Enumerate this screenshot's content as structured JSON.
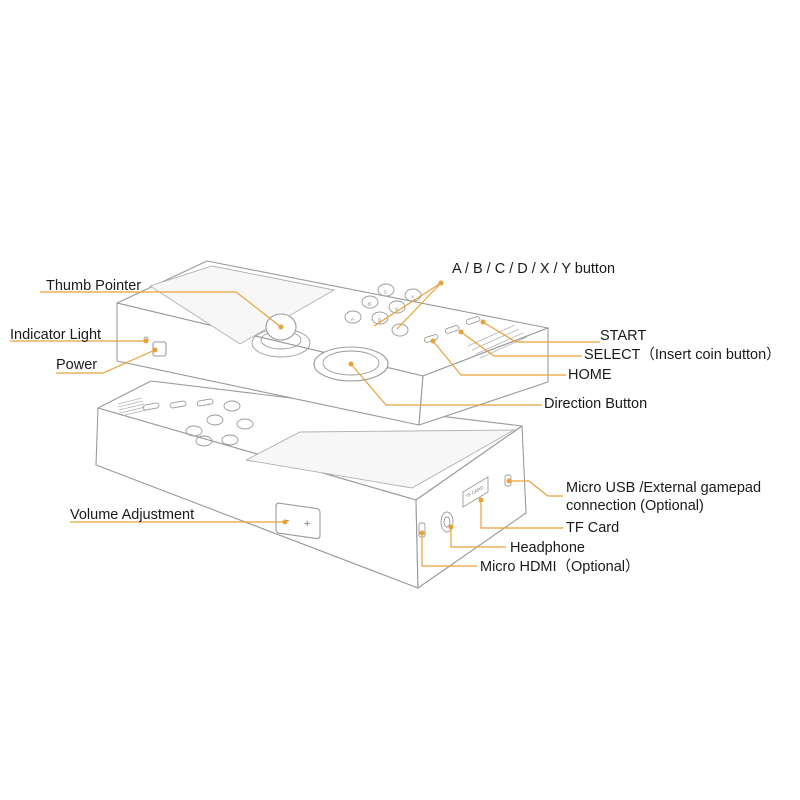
{
  "labels": {
    "thumb_pointer": "Thumb Pointer",
    "indicator_light": "Indicator Light",
    "power": "Power",
    "abcdxy": "A / B / C / D / X / Y  button",
    "start": "START",
    "select": "SELECT（Insert coin button）",
    "home": "HOME",
    "direction": "Direction Button",
    "volume": "Volume Adjustment",
    "micro_usb_1": "Micro USB /External gamepad",
    "micro_usb_2": "connection (Optional)",
    "tf_card": "TF Card",
    "headphone": "Headphone",
    "micro_hdmi": "Micro HDMI（Optional）"
  },
  "device_marks": {
    "tf_card_slot": "TF CARD",
    "volume_minus": "−",
    "volume_plus": "+",
    "face_buttons": [
      "A",
      "B",
      "C",
      "D",
      "X",
      "Y"
    ]
  },
  "colors": {
    "leader": "#e8a23a",
    "outline": "#9a9a9a",
    "text": "#1a1a1a"
  }
}
